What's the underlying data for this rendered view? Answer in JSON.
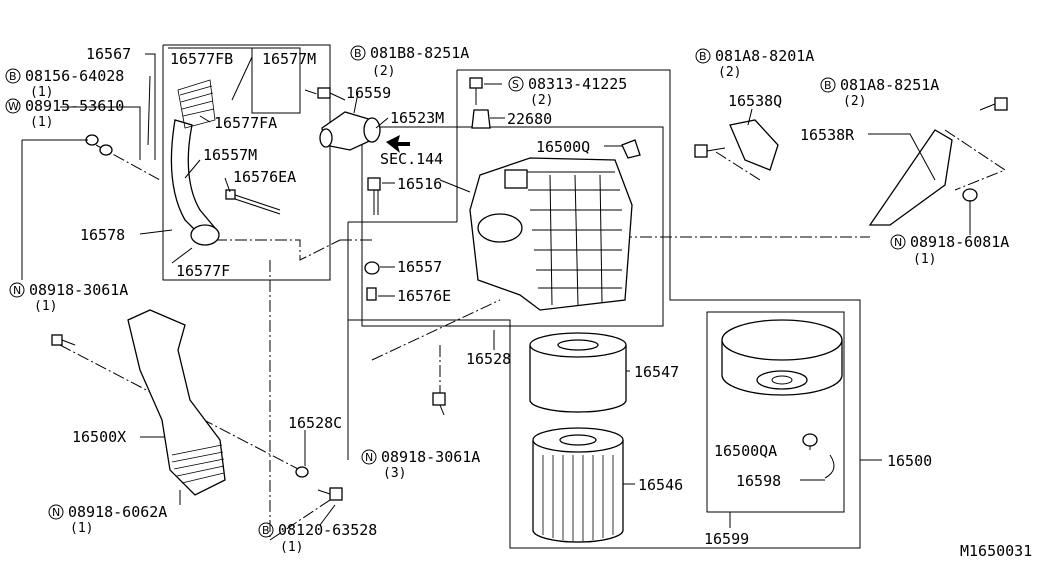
{
  "diagram_id": "M1650031",
  "labels": {
    "p16567": "16567",
    "p16577FB": "16577FB",
    "p16577M": "16577M",
    "p16577FA": "16577FA",
    "p16557M": "16557M",
    "p16576EA": "16576EA",
    "p16578": "16578",
    "p16577F": "16577F",
    "p16559": "16559",
    "p16523M": "16523M",
    "sec144": "SEC.144",
    "p16516": "16516",
    "p22680": "22680",
    "p16500Q": "16500Q",
    "p16557": "16557",
    "p16576E": "16576E",
    "p16528": "16528",
    "p16538Q": "16538Q",
    "p16538R": "16538R",
    "p16547": "16547",
    "p16546": "16546",
    "p16500QA": "16500QA",
    "p16598": "16598",
    "p16500": "16500",
    "p16599": "16599",
    "p16528C": "16528C",
    "p16500X": "16500X"
  },
  "fasteners": {
    "b08156": {
      "prefix": "B",
      "part": "08156-64028",
      "qty": "(1)"
    },
    "w08915": {
      "prefix": "W",
      "part": "08915-53610",
      "qty": "(1)"
    },
    "n08918_3061A_left": {
      "prefix": "N",
      "part": "08918-3061A",
      "qty": "(1)"
    },
    "b081B8": {
      "prefix": "B",
      "part": "081B8-8251A",
      "qty": "(2)"
    },
    "s08313": {
      "prefix": "S",
      "part": "08313-41225",
      "qty": "(2)"
    },
    "b081A8_8201A": {
      "prefix": "B",
      "part": "081A8-8201A",
      "qty": "(2)"
    },
    "b081A8_8251A": {
      "prefix": "B",
      "part": "081A8-8251A",
      "qty": "(2)"
    },
    "n08918_6081A": {
      "prefix": "N",
      "part": "08918-6081A",
      "qty": "(1)"
    },
    "n08918_3061A_mid": {
      "prefix": "N",
      "part": "08918-3061A",
      "qty": "(3)"
    },
    "n08918_6062A": {
      "prefix": "N",
      "part": "08918-6062A",
      "qty": "(1)"
    },
    "b08120": {
      "prefix": "B",
      "part": "08120-63528",
      "qty": "(1)"
    }
  }
}
